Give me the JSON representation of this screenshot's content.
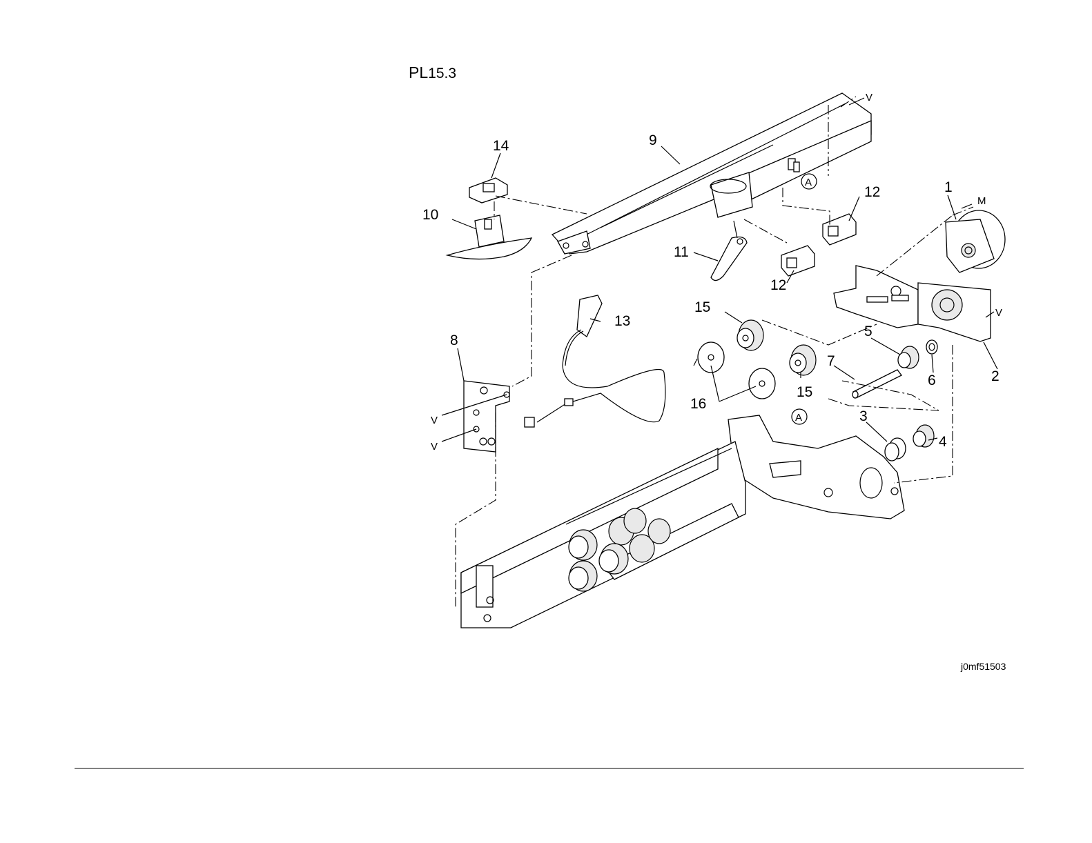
{
  "page": {
    "title_prefix": "PL",
    "title_number": "15.3",
    "figure_code": "j0mf51503"
  },
  "diagram": {
    "callouts": [
      "1",
      "2",
      "3",
      "4",
      "5",
      "6",
      "7",
      "8",
      "9",
      "10",
      "11",
      "12",
      "12",
      "13",
      "14",
      "15",
      "15",
      "16"
    ],
    "reference_markers": [
      "A",
      "A"
    ],
    "fastener_markers": [
      "V",
      "V",
      "V",
      "V"
    ],
    "motor_marker": "M"
  }
}
